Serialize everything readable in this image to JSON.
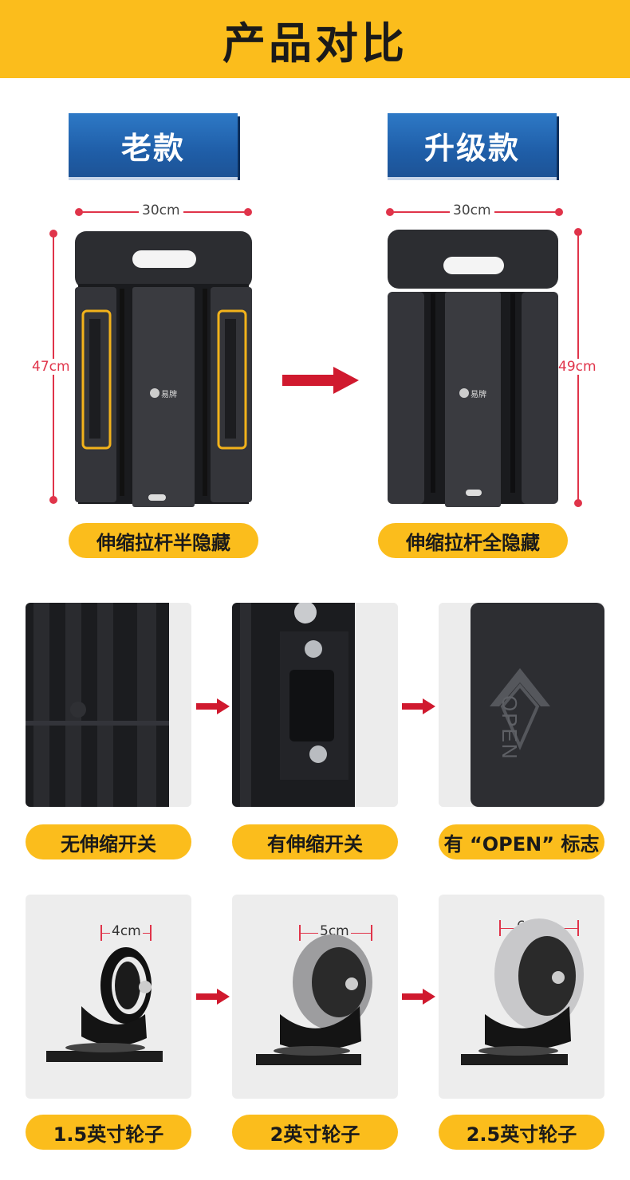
{
  "header": {
    "title": "产品对比"
  },
  "compare": {
    "old": {
      "tag": "老款",
      "width": "30cm",
      "height": "47cm",
      "caption": "伸缩拉杆半隐藏"
    },
    "new": {
      "tag": "升级款",
      "width": "30cm",
      "height": "49cm",
      "caption": "伸缩拉杆全隐藏"
    }
  },
  "details": [
    {
      "caption": "无伸缩开关"
    },
    {
      "caption": "有伸缩开关"
    },
    {
      "caption": "有 “OPEN” 标志",
      "emboss": "OPEN"
    }
  ],
  "wheels": [
    {
      "size": "4cm",
      "caption": "1.5英寸轮子"
    },
    {
      "size": "5cm",
      "caption": "2英寸轮子"
    },
    {
      "size": "6.3cm",
      "caption": "2.5英寸轮子"
    }
  ],
  "colors": {
    "accent": "#fbbd1c",
    "tag_blue": "#1f5ea8",
    "dimension_red": "#e0344a",
    "arrow_red": "#d0192e"
  },
  "icons": [
    "arrow-right-icon"
  ]
}
